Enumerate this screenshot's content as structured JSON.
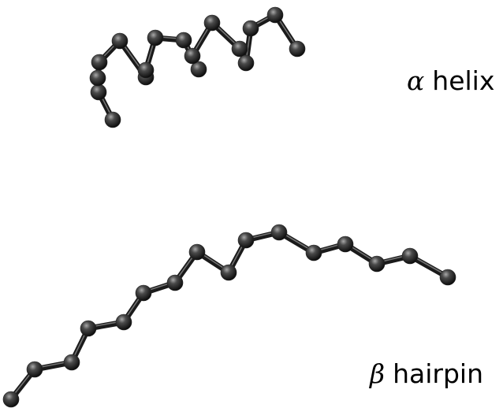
{
  "labels": {
    "alpha_symbol": "α",
    "alpha_name": "helix",
    "beta_symbol": "β",
    "beta_name": "hairpin"
  },
  "colors": {
    "background": "#ffffff",
    "bond": "#1a1a1a",
    "atom": "#222222",
    "text": "#000000"
  }
}
